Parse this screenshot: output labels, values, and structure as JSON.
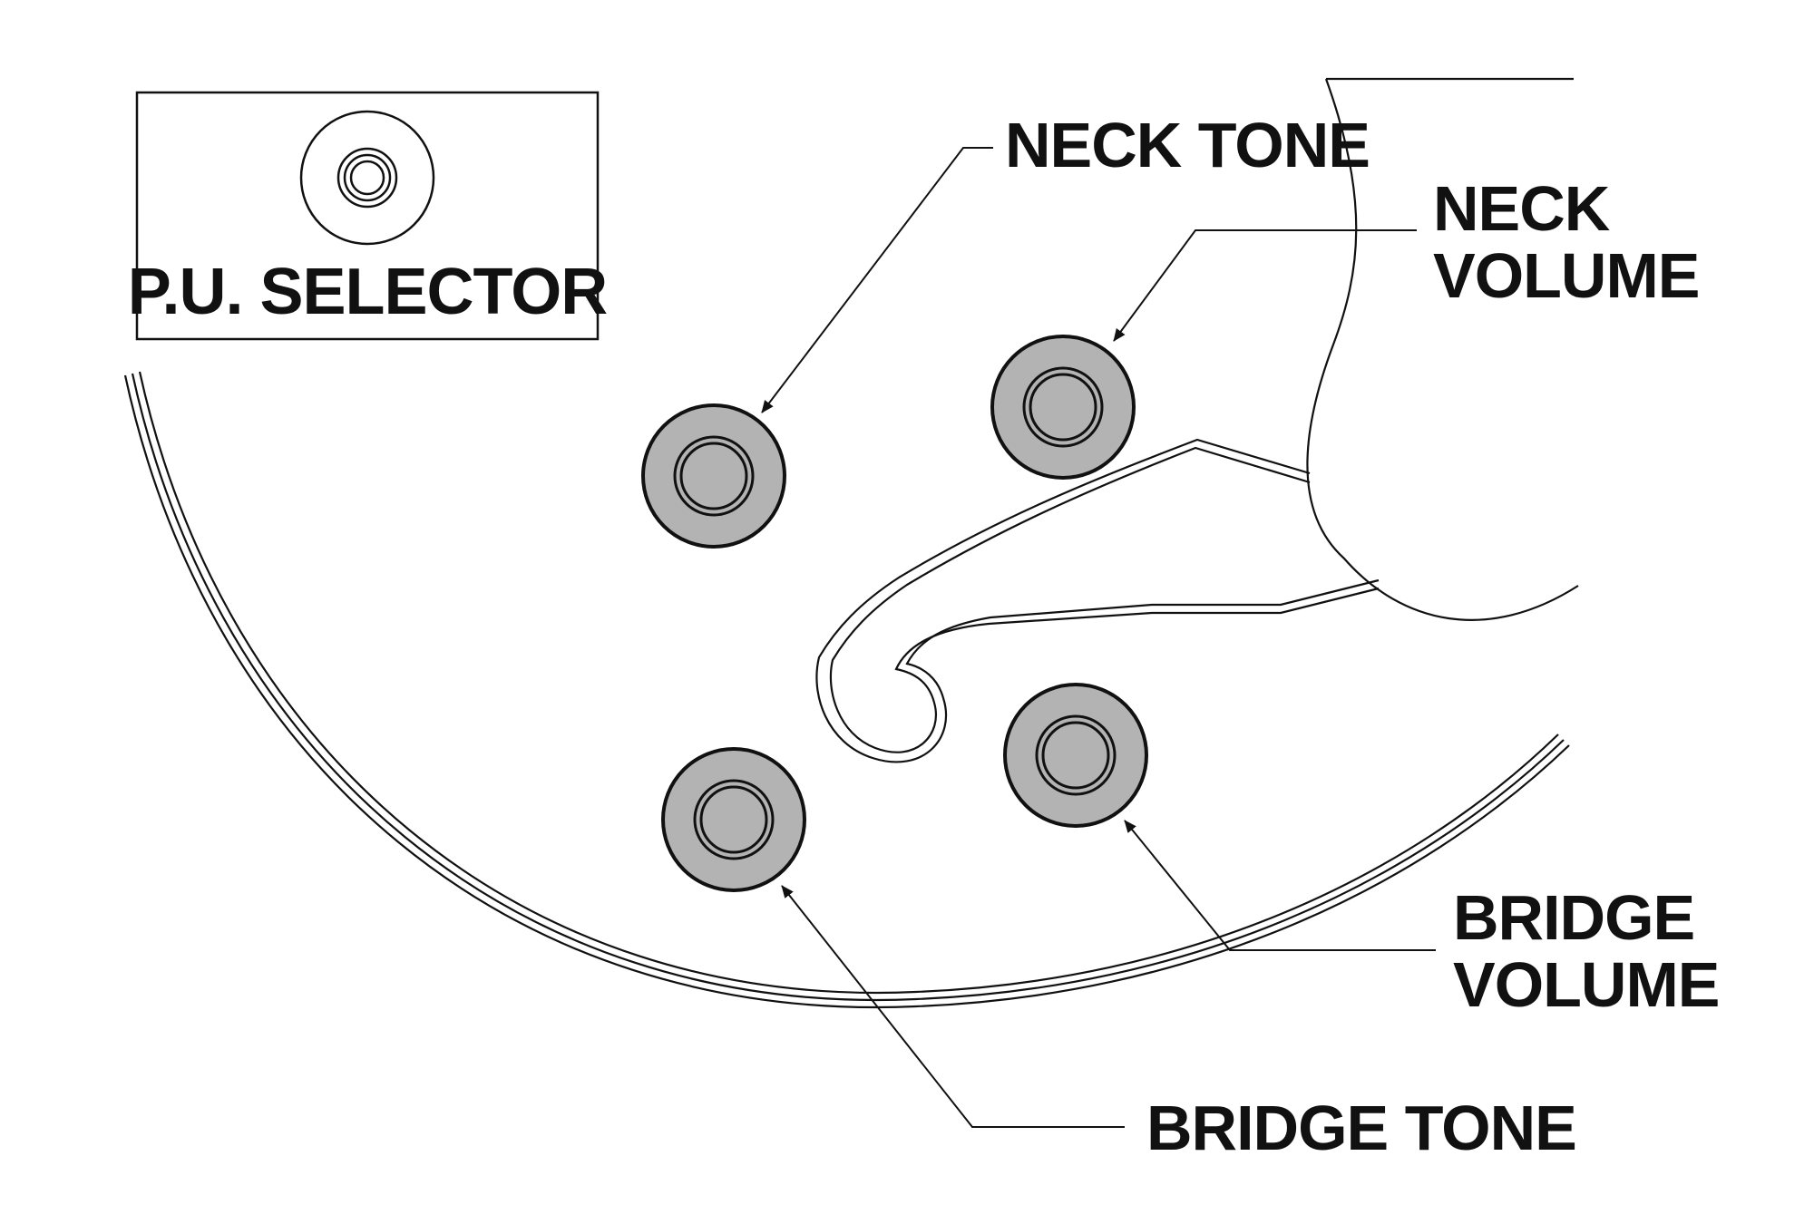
{
  "colors": {
    "knob_fill": "#b3b3b3",
    "line": "#111111",
    "background": "#ffffff"
  },
  "selector": {
    "label": "P.U. SELECTOR"
  },
  "controls": {
    "neck_tone": {
      "label": "NECK TONE"
    },
    "neck_volume": {
      "line1": "NECK",
      "line2": "VOLUME"
    },
    "bridge_volume": {
      "line1": "BRIDGE",
      "line2": "VOLUME"
    },
    "bridge_tone": {
      "label": "BRIDGE TONE"
    }
  }
}
